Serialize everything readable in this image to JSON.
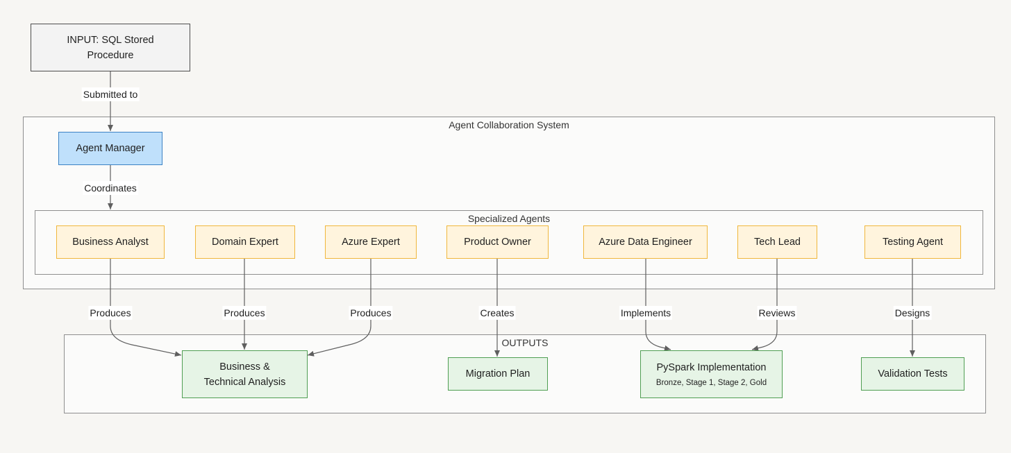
{
  "diagram": {
    "input": {
      "label": "INPUT: SQL Stored Procedure"
    },
    "system": {
      "title": "Agent Collaboration System",
      "manager": {
        "label": "Agent Manager"
      },
      "specialized": {
        "title": "Specialized Agents",
        "agents": [
          {
            "label": "Business Analyst"
          },
          {
            "label": "Domain Expert"
          },
          {
            "label": "Azure Expert"
          },
          {
            "label": "Product Owner"
          },
          {
            "label": "Azure Data Engineer"
          },
          {
            "label": "Tech Lead"
          },
          {
            "label": "Testing Agent"
          }
        ]
      }
    },
    "outputs": {
      "title": "OUTPUTS",
      "items": [
        {
          "label": "Business & Technical Analysis",
          "sub": ""
        },
        {
          "label": "Migration Plan",
          "sub": ""
        },
        {
          "label": "PySpark Implementation",
          "sub": "Bronze, Stage 1, Stage 2, Gold"
        },
        {
          "label": "Validation Tests",
          "sub": ""
        }
      ]
    },
    "edge_labels": {
      "submitted_to": "Submitted to",
      "coordinates": "Coordinates",
      "ba_produces": "Produces",
      "de_produces": "Produces",
      "ae_produces": "Produces",
      "po_creates": "Creates",
      "ade_implements": "Implements",
      "tl_reviews": "Reviews",
      "ta_designs": "Designs"
    },
    "colors": {
      "input_fill": "#f3f3f3",
      "manager_fill": "#bfe0fb",
      "agent_fill": "#fff4dd",
      "output_fill": "#e6f4e6",
      "edge": "#5f5f5f"
    }
  }
}
